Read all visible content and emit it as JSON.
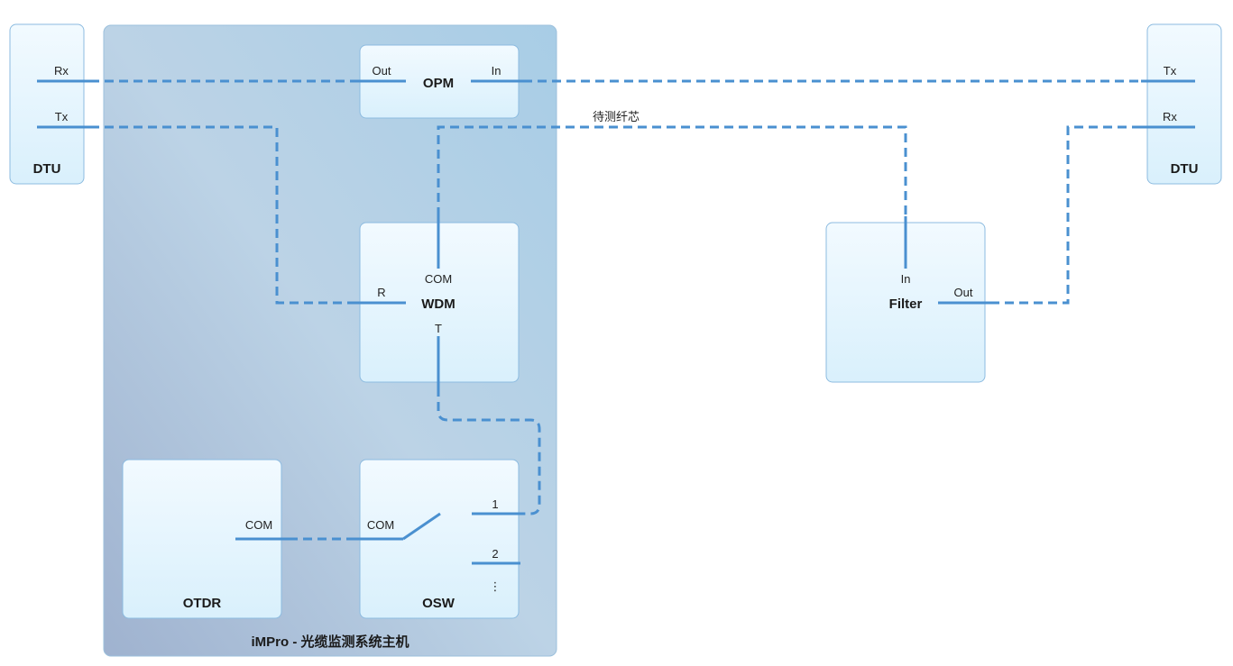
{
  "host": {
    "title": "iMPro - 光缆监测系统主机"
  },
  "dtu_left": {
    "title": "DTU",
    "port_top": "Rx",
    "port_bottom": "Tx"
  },
  "dtu_right": {
    "title": "DTU",
    "port_top": "Tx",
    "port_bottom": "Rx"
  },
  "opm": {
    "title": "OPM",
    "port_out": "Out",
    "port_in": "In"
  },
  "wdm": {
    "title": "WDM",
    "port_com": "COM",
    "port_r": "R",
    "port_t": "T"
  },
  "otdr": {
    "title": "OTDR",
    "port_com": "COM"
  },
  "osw": {
    "title": "OSW",
    "port_com": "COM",
    "port_1": "1",
    "port_2": "2",
    "more": "⋮"
  },
  "filter": {
    "title": "Filter",
    "port_in": "In",
    "port_out": "Out"
  },
  "fiber_label": "待测纤芯",
  "colors": {
    "line": "#4a90d0",
    "host_bg": "#a9c4dc",
    "box_bg": "#dff2fc"
  }
}
